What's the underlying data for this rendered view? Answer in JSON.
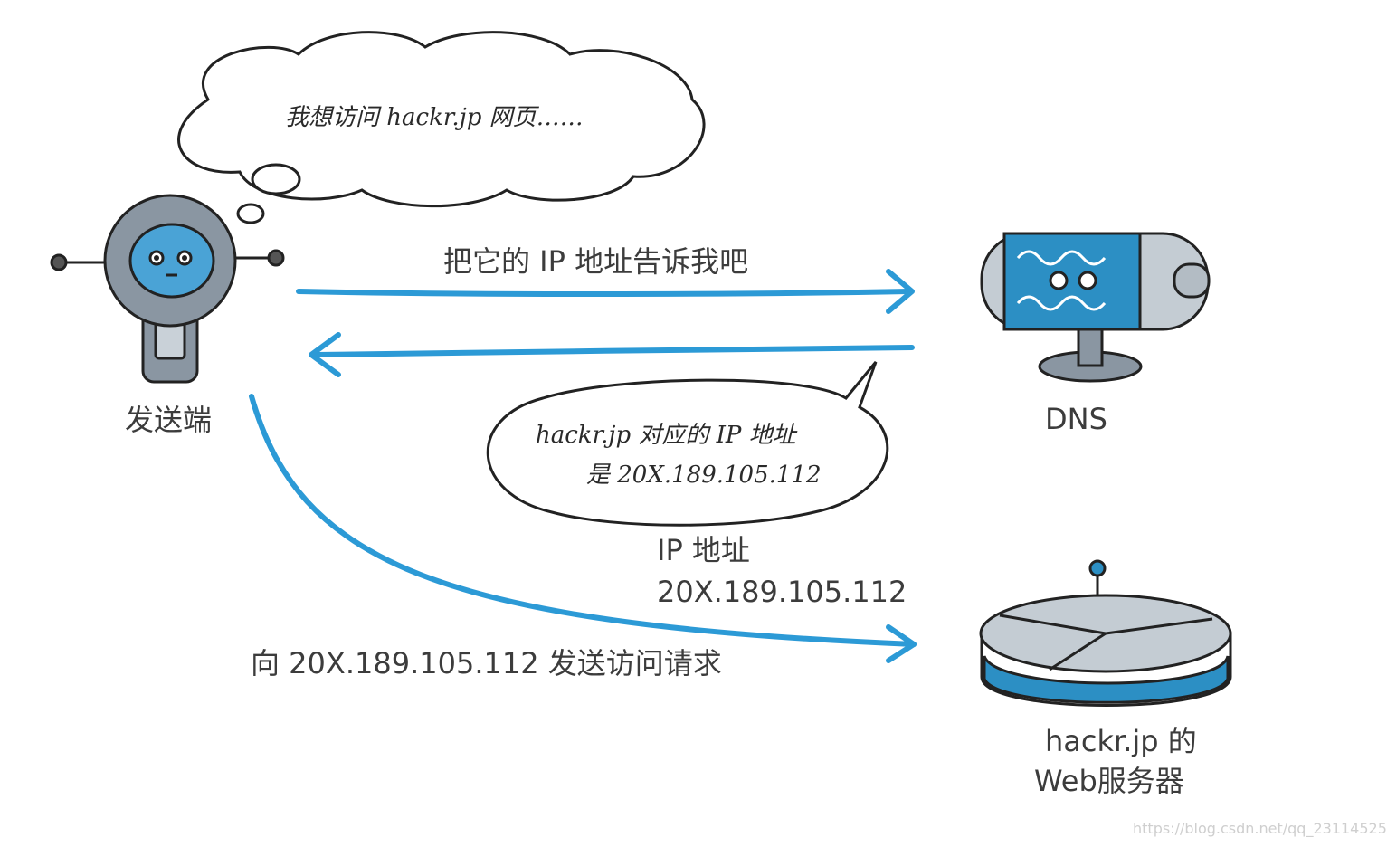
{
  "thought_bubble": {
    "text": "我想访问 hackr.jp 网页……"
  },
  "request_label": "把它的 IP 地址告诉我吧",
  "reply_bubble": {
    "line1": "hackr.jp 对应的 IP 地址",
    "line2": "是 20X.189.105.112"
  },
  "ip_label": {
    "line1": "IP 地址",
    "line2": "20X.189.105.112"
  },
  "access_label": "向 20X.189.105.112 发送访问请求",
  "nodes": {
    "client": "发送端",
    "dns": "DNS",
    "server_line1": "hackr.jp 的",
    "server_line2": "Web服务器"
  },
  "watermark": "https://blog.csdn.net/qq_23114525",
  "colors": {
    "arrow": "#2c9ad6",
    "robot_blue": "#4aa3d6",
    "metal": "#8a96a2"
  }
}
